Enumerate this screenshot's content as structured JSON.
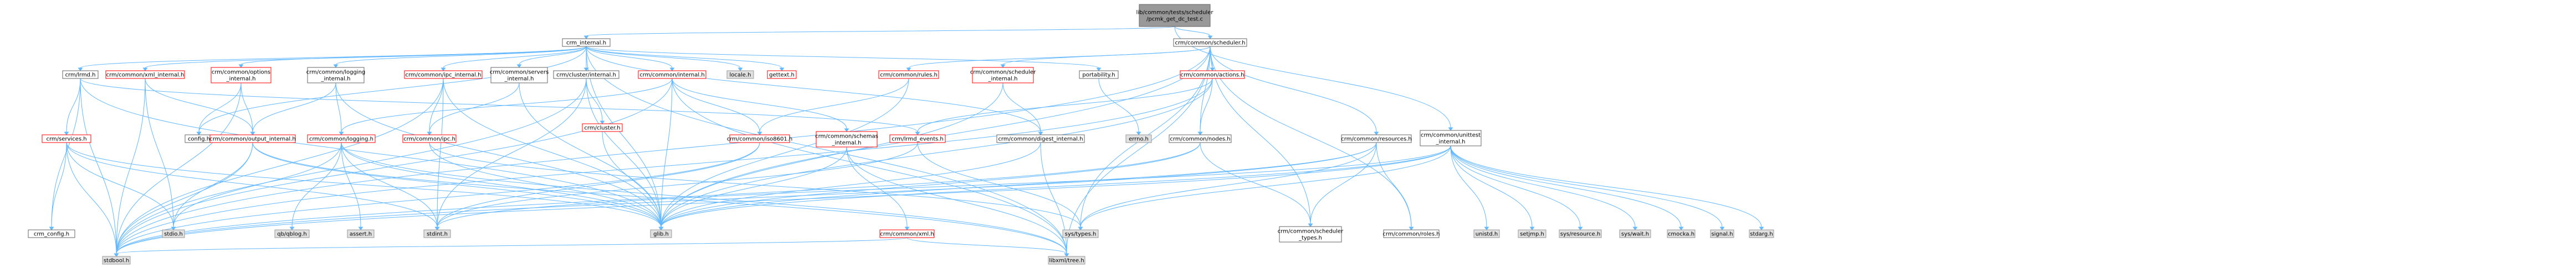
{
  "graph": {
    "root": "n0",
    "colors": {
      "edge": "#63b8ff",
      "root_fill": "#999999",
      "root_border": "#666666",
      "node_fill": "#ffffff",
      "node_border_normal": "#666666",
      "node_border_truncated": "#ff0000",
      "system_fill": "#e0e0e0",
      "system_border": "#999999"
    },
    "nodes": [
      {
        "id": "n0",
        "label": [
          "lib/common/tests/scheduler",
          "/pcmk_get_dc_test.c"
        ],
        "kind": "root"
      },
      {
        "id": "n1",
        "label": [
          "crm_internal.h"
        ],
        "kind": "normal"
      },
      {
        "id": "n2",
        "label": [
          "crm/common/scheduler.h"
        ],
        "kind": "normal"
      },
      {
        "id": "n3",
        "label": [
          "crm/common/unittest",
          "_internal.h"
        ],
        "kind": "normal"
      },
      {
        "id": "n4",
        "label": [
          "crm/lrmd.h"
        ],
        "kind": "normal"
      },
      {
        "id": "n5",
        "label": [
          "crm/common/xml_internal.h"
        ],
        "kind": "truncated"
      },
      {
        "id": "n6",
        "label": [
          "crm/common/options",
          "_internal.h"
        ],
        "kind": "truncated"
      },
      {
        "id": "n7",
        "label": [
          "crm/common/logging",
          "_internal.h"
        ],
        "kind": "normal"
      },
      {
        "id": "n8",
        "label": [
          "crm/common/ipc_internal.h"
        ],
        "kind": "truncated"
      },
      {
        "id": "n9",
        "label": [
          "crm/common/servers",
          "_internal.h"
        ],
        "kind": "normal"
      },
      {
        "id": "n10",
        "label": [
          "crm/cluster/internal.h"
        ],
        "kind": "normal"
      },
      {
        "id": "n11",
        "label": [
          "crm/common/internal.h"
        ],
        "kind": "truncated"
      },
      {
        "id": "n12",
        "label": [
          "locale.h"
        ],
        "kind": "system"
      },
      {
        "id": "n13",
        "label": [
          "gettext.h"
        ],
        "kind": "truncated"
      },
      {
        "id": "n14",
        "label": [
          "crm/common/rules.h"
        ],
        "kind": "truncated"
      },
      {
        "id": "n15",
        "label": [
          "crm/common/scheduler",
          "_internal.h"
        ],
        "kind": "truncated"
      },
      {
        "id": "n16",
        "label": [
          "portability.h"
        ],
        "kind": "normal"
      },
      {
        "id": "n17",
        "label": [
          "crm/common/actions.h"
        ],
        "kind": "truncated"
      },
      {
        "id": "n18",
        "label": [
          "crm/services.h"
        ],
        "kind": "truncated"
      },
      {
        "id": "n19",
        "label": [
          "config.h"
        ],
        "kind": "normal"
      },
      {
        "id": "n20",
        "label": [
          "crm/common/output_internal.h"
        ],
        "kind": "truncated"
      },
      {
        "id": "n21",
        "label": [
          "crm/common/logging.h"
        ],
        "kind": "truncated"
      },
      {
        "id": "n22",
        "label": [
          "crm/common/ipc.h"
        ],
        "kind": "truncated"
      },
      {
        "id": "n23",
        "label": [
          "crm/cluster.h"
        ],
        "kind": "truncated"
      },
      {
        "id": "n24",
        "label": [
          "crm/common/iso8601.h"
        ],
        "kind": "truncated"
      },
      {
        "id": "n25",
        "label": [
          "crm/common/schemas",
          "_internal.h"
        ],
        "kind": "truncated"
      },
      {
        "id": "n26",
        "label": [
          "crm/lrmd_events.h"
        ],
        "kind": "truncated"
      },
      {
        "id": "n27",
        "label": [
          "crm/common/digest_internal.h"
        ],
        "kind": "normal"
      },
      {
        "id": "n28",
        "label": [
          "errno.h"
        ],
        "kind": "system"
      },
      {
        "id": "n29",
        "label": [
          "crm/common/nodes.h"
        ],
        "kind": "normal"
      },
      {
        "id": "n30",
        "label": [
          "crm/common/resources.h"
        ],
        "kind": "normal"
      },
      {
        "id": "n31",
        "label": [
          "crm_config.h"
        ],
        "kind": "normal"
      },
      {
        "id": "n32",
        "label": [
          "stdio.h"
        ],
        "kind": "system"
      },
      {
        "id": "n33",
        "label": [
          "qb/qblog.h"
        ],
        "kind": "system"
      },
      {
        "id": "n34",
        "label": [
          "assert.h"
        ],
        "kind": "system"
      },
      {
        "id": "n35",
        "label": [
          "stdint.h"
        ],
        "kind": "system"
      },
      {
        "id": "n36",
        "label": [
          "glib.h"
        ],
        "kind": "system"
      },
      {
        "id": "n37",
        "label": [
          "crm/common/xml.h"
        ],
        "kind": "truncated"
      },
      {
        "id": "n38",
        "label": [
          "sys/types.h"
        ],
        "kind": "system"
      },
      {
        "id": "n39",
        "label": [
          "crm/common/scheduler",
          "_types.h"
        ],
        "kind": "normal"
      },
      {
        "id": "n40",
        "label": [
          "crm/common/roles.h"
        ],
        "kind": "normal"
      },
      {
        "id": "n41",
        "label": [
          "unistd.h"
        ],
        "kind": "system"
      },
      {
        "id": "n42",
        "label": [
          "setjmp.h"
        ],
        "kind": "system"
      },
      {
        "id": "n43",
        "label": [
          "sys/resource.h"
        ],
        "kind": "system"
      },
      {
        "id": "n44",
        "label": [
          "sys/wait.h"
        ],
        "kind": "system"
      },
      {
        "id": "n45",
        "label": [
          "cmocka.h"
        ],
        "kind": "system"
      },
      {
        "id": "n46",
        "label": [
          "signal.h"
        ],
        "kind": "system"
      },
      {
        "id": "n47",
        "label": [
          "stdarg.h"
        ],
        "kind": "system"
      },
      {
        "id": "n48",
        "label": [
          "stdbool.h"
        ],
        "kind": "system"
      },
      {
        "id": "n49",
        "label": [
          "libxml/tree.h"
        ],
        "kind": "system"
      }
    ],
    "edges": [
      [
        "n0",
        "n1"
      ],
      [
        "n0",
        "n2"
      ],
      [
        "n0",
        "n3"
      ],
      [
        "n1",
        "n4"
      ],
      [
        "n1",
        "n5"
      ],
      [
        "n1",
        "n6"
      ],
      [
        "n1",
        "n7"
      ],
      [
        "n1",
        "n8"
      ],
      [
        "n1",
        "n9"
      ],
      [
        "n1",
        "n10"
      ],
      [
        "n1",
        "n11"
      ],
      [
        "n1",
        "n12"
      ],
      [
        "n1",
        "n13"
      ],
      [
        "n1",
        "n16"
      ],
      [
        "n1",
        "n19"
      ],
      [
        "n1",
        "n27"
      ],
      [
        "n1",
        "n36"
      ],
      [
        "n1",
        "n49"
      ],
      [
        "n2",
        "n14"
      ],
      [
        "n2",
        "n15"
      ],
      [
        "n2",
        "n17"
      ],
      [
        "n2",
        "n29"
      ],
      [
        "n2",
        "n30"
      ],
      [
        "n2",
        "n39"
      ],
      [
        "n2",
        "n40"
      ],
      [
        "n2",
        "n36"
      ],
      [
        "n2",
        "n48"
      ],
      [
        "n2",
        "n49"
      ],
      [
        "n2",
        "n38"
      ],
      [
        "n3",
        "n41"
      ],
      [
        "n3",
        "n42"
      ],
      [
        "n3",
        "n43"
      ],
      [
        "n3",
        "n44"
      ],
      [
        "n3",
        "n45"
      ],
      [
        "n3",
        "n46"
      ],
      [
        "n3",
        "n47"
      ],
      [
        "n3",
        "n36"
      ],
      [
        "n3",
        "n35"
      ],
      [
        "n3",
        "n48"
      ],
      [
        "n3",
        "n38"
      ],
      [
        "n4",
        "n18"
      ],
      [
        "n4",
        "n26"
      ],
      [
        "n4",
        "n31"
      ],
      [
        "n4",
        "n48"
      ],
      [
        "n4",
        "n36"
      ],
      [
        "n5",
        "n20"
      ],
      [
        "n5",
        "n32"
      ],
      [
        "n5",
        "n48"
      ],
      [
        "n6",
        "n19"
      ],
      [
        "n6",
        "n20"
      ],
      [
        "n6",
        "n48"
      ],
      [
        "n7",
        "n20"
      ],
      [
        "n7",
        "n21"
      ],
      [
        "n7",
        "n36"
      ],
      [
        "n8",
        "n22"
      ],
      [
        "n8",
        "n35"
      ],
      [
        "n8",
        "n36"
      ],
      [
        "n8",
        "n48"
      ],
      [
        "n9",
        "n22"
      ],
      [
        "n9",
        "n36"
      ],
      [
        "n10",
        "n23"
      ],
      [
        "n10",
        "n35"
      ],
      [
        "n10",
        "n36"
      ],
      [
        "n10",
        "n48"
      ],
      [
        "n11",
        "n21"
      ],
      [
        "n11",
        "n24"
      ],
      [
        "n11",
        "n25"
      ],
      [
        "n11",
        "n36"
      ],
      [
        "n11",
        "n49"
      ],
      [
        "n11",
        "n48"
      ],
      [
        "n14",
        "n24"
      ],
      [
        "n14",
        "n36"
      ],
      [
        "n15",
        "n27"
      ],
      [
        "n15",
        "n36"
      ],
      [
        "n16",
        "n28"
      ],
      [
        "n17",
        "n26"
      ],
      [
        "n17",
        "n29"
      ],
      [
        "n17",
        "n36"
      ],
      [
        "n17",
        "n48"
      ],
      [
        "n18",
        "n31"
      ],
      [
        "n18",
        "n32"
      ],
      [
        "n18",
        "n35"
      ],
      [
        "n18",
        "n48"
      ],
      [
        "n18",
        "n36"
      ],
      [
        "n20",
        "n32"
      ],
      [
        "n20",
        "n48"
      ],
      [
        "n20",
        "n36"
      ],
      [
        "n20",
        "n49"
      ],
      [
        "n21",
        "n32"
      ],
      [
        "n21",
        "n33"
      ],
      [
        "n21",
        "n34"
      ],
      [
        "n21",
        "n35"
      ],
      [
        "n21",
        "n36"
      ],
      [
        "n21",
        "n49"
      ],
      [
        "n22",
        "n38"
      ],
      [
        "n22",
        "n36"
      ],
      [
        "n23",
        "n36"
      ],
      [
        "n24",
        "n35"
      ],
      [
        "n24",
        "n48"
      ],
      [
        "n25",
        "n37"
      ],
      [
        "n25",
        "n36"
      ],
      [
        "n25",
        "n49"
      ],
      [
        "n26",
        "n38"
      ],
      [
        "n26",
        "n35"
      ],
      [
        "n27",
        "n49"
      ],
      [
        "n27",
        "n36"
      ],
      [
        "n29",
        "n36"
      ],
      [
        "n29",
        "n48"
      ],
      [
        "n29",
        "n39"
      ],
      [
        "n30",
        "n36"
      ],
      [
        "n30",
        "n48"
      ],
      [
        "n30",
        "n38"
      ],
      [
        "n30",
        "n39"
      ],
      [
        "n30",
        "n40"
      ],
      [
        "n37",
        "n49"
      ],
      [
        "n37",
        "n48"
      ]
    ]
  }
}
